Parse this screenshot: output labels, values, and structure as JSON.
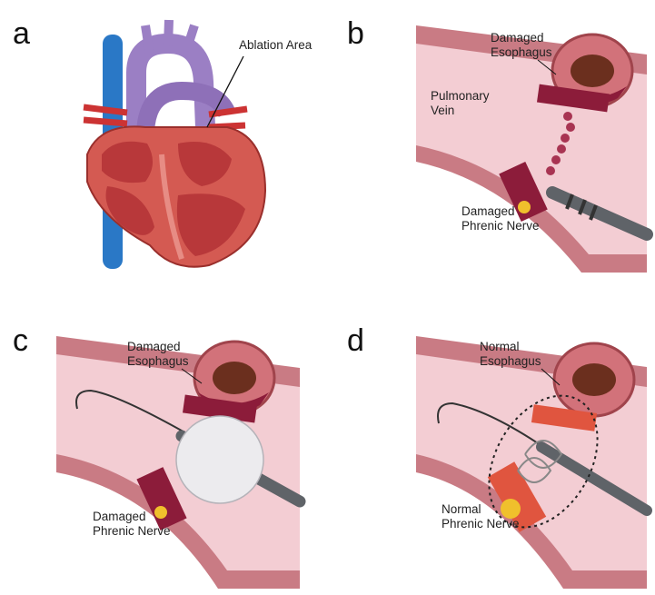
{
  "panels": [
    {
      "letter": "a",
      "labels": {
        "ablation": "Ablation Area"
      }
    },
    {
      "letter": "b",
      "labels": {
        "esophagus_1": "Damaged",
        "esophagus_2": "Esophagus",
        "vein_1": "Pulmonary",
        "vein_2": "Vein",
        "nerve_1": "Damaged",
        "nerve_2": "Phrenic Nerve"
      }
    },
    {
      "letter": "c",
      "labels": {
        "esophagus_1": "Damaged",
        "esophagus_2": "Esophagus",
        "nerve_1": "Damaged",
        "nerve_2": "Phrenic Nerve"
      }
    },
    {
      "letter": "d",
      "labels": {
        "esophagus_1": "Normal",
        "esophagus_2": "Esophagus",
        "nerve_1": "Normal",
        "nerve_2": "Phrenic Nerve"
      }
    }
  ],
  "colors": {
    "vein_wall": "#c97b84",
    "vein_lumen": "#f3cdd3",
    "damaged_tissue": "#8c1c3a",
    "normal_tissue": "#e0553f",
    "nerve_yellow": "#f0c02c",
    "artery_red": "#cc3333",
    "vein_blue": "#2a78c6",
    "pulmonary_purple": "#9b7fc4",
    "heart_muscle": "#d45a52"
  }
}
